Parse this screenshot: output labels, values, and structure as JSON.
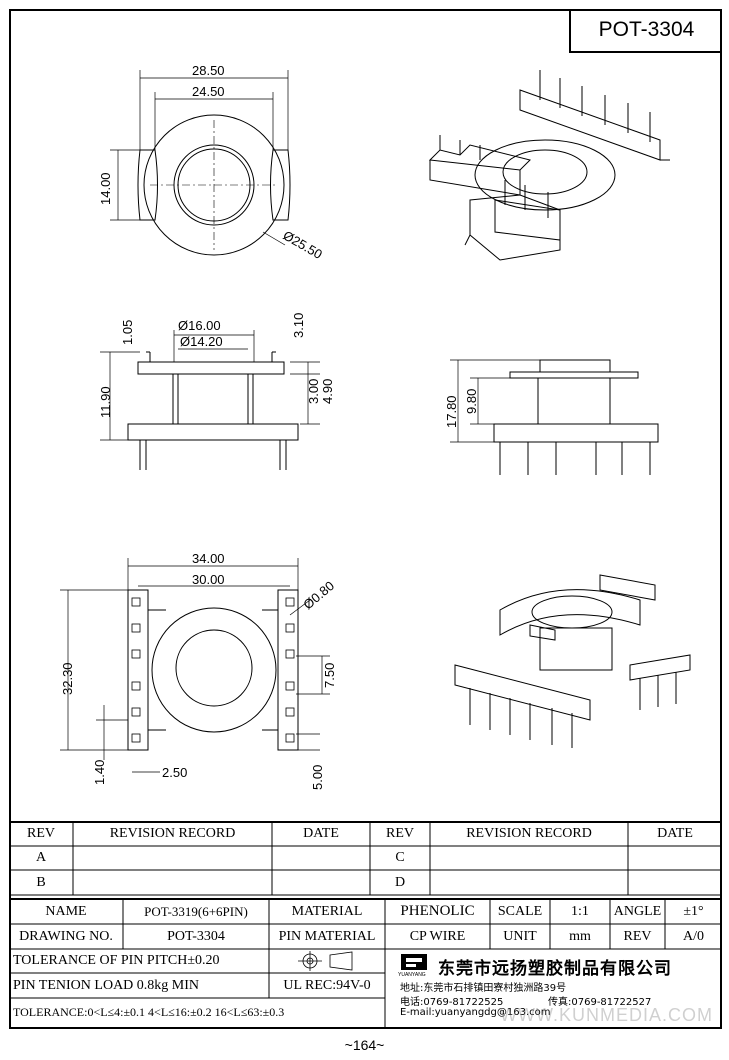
{
  "drawing": {
    "part_number": "POT-3304",
    "page_number": "~164~"
  },
  "dimensions": {
    "top_view": {
      "overall_width": "28.50",
      "inner_width": "24.50",
      "height": "14.00",
      "diameter": "Ø25.50"
    },
    "side_view": {
      "top_flange": "1.05",
      "outer_diameter": "Ø16.00",
      "inner_diameter": "Ø14.20",
      "right_top": "3.10",
      "overall_height": "11.90",
      "right_a": "3.00",
      "right_b": "4.90"
    },
    "front_view": {
      "overall_height": "17.80",
      "inner_height": "9.80"
    },
    "bottom_view": {
      "overall_width": "34.00",
      "inner_width": "30.00",
      "pin_diameter": "Ø0.80",
      "overall_height": "32.30",
      "pin_pitch": "7.50",
      "left_offset": "1.40",
      "pin_offset": "2.50",
      "spacing": "5.00"
    }
  },
  "revision_table": {
    "headers": {
      "rev": "REV",
      "record": "REVISION RECORD",
      "date": "DATE"
    },
    "left_rows": [
      "A",
      "B"
    ],
    "right_rows": [
      "C",
      "D"
    ]
  },
  "title_block": {
    "name_label": "NAME",
    "name_value": "POT-3319(6+6PIN)",
    "material_label": "MATERIAL",
    "material_value": "PHENOLIC",
    "scale_label": "SCALE",
    "scale_value": "1:1",
    "angle_label": "ANGLE",
    "angle_value": "±1°",
    "drawing_no_label": "DRAWING NO.",
    "drawing_no_value": "POT-3304",
    "pin_material_label": "PIN MATERIAL",
    "pin_material_value": "CP WIRE",
    "unit_label": "UNIT",
    "unit_value": "mm",
    "rev_label": "REV",
    "rev_value": "A/0",
    "tolerance_pitch": "TOLERANCE OF PIN PITCH±0.20",
    "pin_tension": "PIN TENION LOAD 0.8kg MIN",
    "ul_rec": "UL REC:94V-0",
    "tolerance_general": "TOLERANCE:0<L≤4:±0.1  4<L≤16:±0.2  16<L≤63:±0.3"
  },
  "company": {
    "logo_text": "YUANYANG",
    "name": "东莞市远扬塑胶制品有限公司",
    "address": "地址:东莞市石排镇田寮村独洲路39号",
    "phone": "电话:0769-81722525",
    "fax": "传真:0769-81722527",
    "email": "E-mail:yuanyangdg@163.com"
  },
  "watermark": "WWW.KUNMEDIA.COM"
}
